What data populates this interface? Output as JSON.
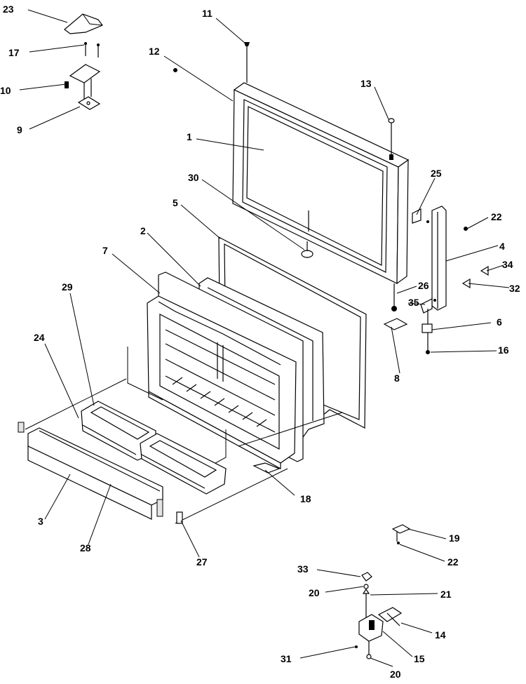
{
  "diagram": {
    "callouts": [
      {
        "id": "c1",
        "label": "1"
      },
      {
        "id": "c2",
        "label": "2"
      },
      {
        "id": "c3",
        "label": "3"
      },
      {
        "id": "c4",
        "label": "4"
      },
      {
        "id": "c5",
        "label": "5"
      },
      {
        "id": "c6",
        "label": "6"
      },
      {
        "id": "c7",
        "label": "7"
      },
      {
        "id": "c8",
        "label": "8"
      },
      {
        "id": "c9",
        "label": "9"
      },
      {
        "id": "c10",
        "label": "10"
      },
      {
        "id": "c11",
        "label": "11"
      },
      {
        "id": "c12",
        "label": "12"
      },
      {
        "id": "c13",
        "label": "13"
      },
      {
        "id": "c14",
        "label": "14"
      },
      {
        "id": "c15",
        "label": "15"
      },
      {
        "id": "c16",
        "label": "16"
      },
      {
        "id": "c17",
        "label": "17"
      },
      {
        "id": "c18",
        "label": "18"
      },
      {
        "id": "c19",
        "label": "19"
      },
      {
        "id": "c20a",
        "label": "20"
      },
      {
        "id": "c20b",
        "label": "20"
      },
      {
        "id": "c21",
        "label": "21"
      },
      {
        "id": "c22a",
        "label": "22"
      },
      {
        "id": "c22b",
        "label": "22"
      },
      {
        "id": "c23",
        "label": "23"
      },
      {
        "id": "c24",
        "label": "24"
      },
      {
        "id": "c25",
        "label": "25"
      },
      {
        "id": "c26",
        "label": "26"
      },
      {
        "id": "c27",
        "label": "27"
      },
      {
        "id": "c28",
        "label": "28"
      },
      {
        "id": "c29",
        "label": "29"
      },
      {
        "id": "c30",
        "label": "30"
      },
      {
        "id": "c31",
        "label": "31"
      },
      {
        "id": "c32",
        "label": "32"
      },
      {
        "id": "c33",
        "label": "33"
      },
      {
        "id": "c34",
        "label": "34"
      },
      {
        "id": "c35",
        "label": "35"
      }
    ]
  }
}
